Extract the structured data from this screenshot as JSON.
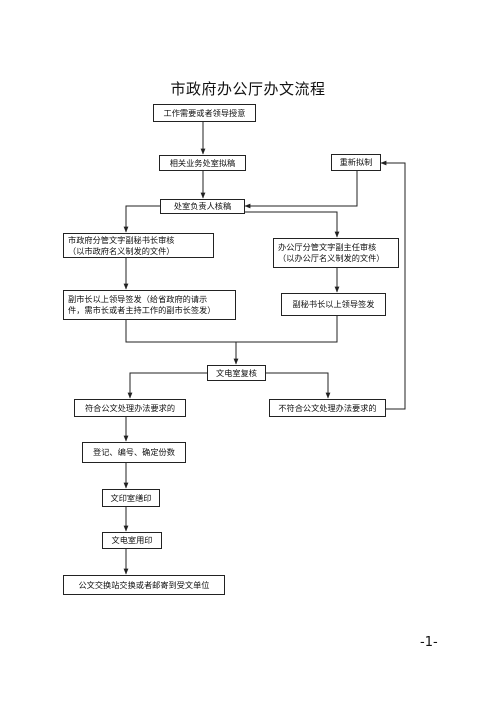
{
  "title": "市政府办公厅办文流程",
  "nodes": {
    "start": "工作需要或者领导授意",
    "draft": "相关业务处室拟稿",
    "redraft": "重新拟制",
    "review": "处室负责人核稿",
    "municipal_review": [
      "市政府分管文字副秘书长审核",
      "（以市政府名义制发的文件）"
    ],
    "office_review": [
      "办公厅分管文字副主任审核",
      "（以办公厅名义制发的文件）"
    ],
    "municipal_sign": [
      "副市长以上领导签发（给省政府的请示",
      "件，需市长或者主持工作的副市长签发）"
    ],
    "office_sign": "副秘书长以上领导签发",
    "recheck": "文电室复核",
    "compliant": "符合公文处理办法要求的",
    "noncompliant": "不符合公文处理办法要求的",
    "register": "登记、编号、确定份数",
    "print": "文印室缮印",
    "seal": "文电室用印",
    "dispatch": "公文交换站交换或者邮寄到受文单位"
  },
  "page_number": "-1-"
}
